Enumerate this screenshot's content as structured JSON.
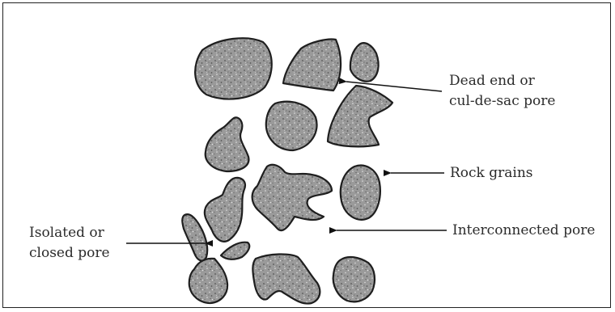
{
  "labels": {
    "dead_end_line1": "Dead end or",
    "dead_end_line2": "cul-de-sac pore",
    "rock_grains": "Rock grains",
    "interconnected": "Interconnected pore",
    "isolated_line1": "Isolated or",
    "isolated_line2": "closed pore"
  },
  "colors": {
    "grain_fill": "#9a9a9a",
    "grain_speckle_dark": "#555555",
    "grain_speckle_light": "#e6e6e6",
    "outline": "#1e1e1e",
    "border": "#222222"
  }
}
